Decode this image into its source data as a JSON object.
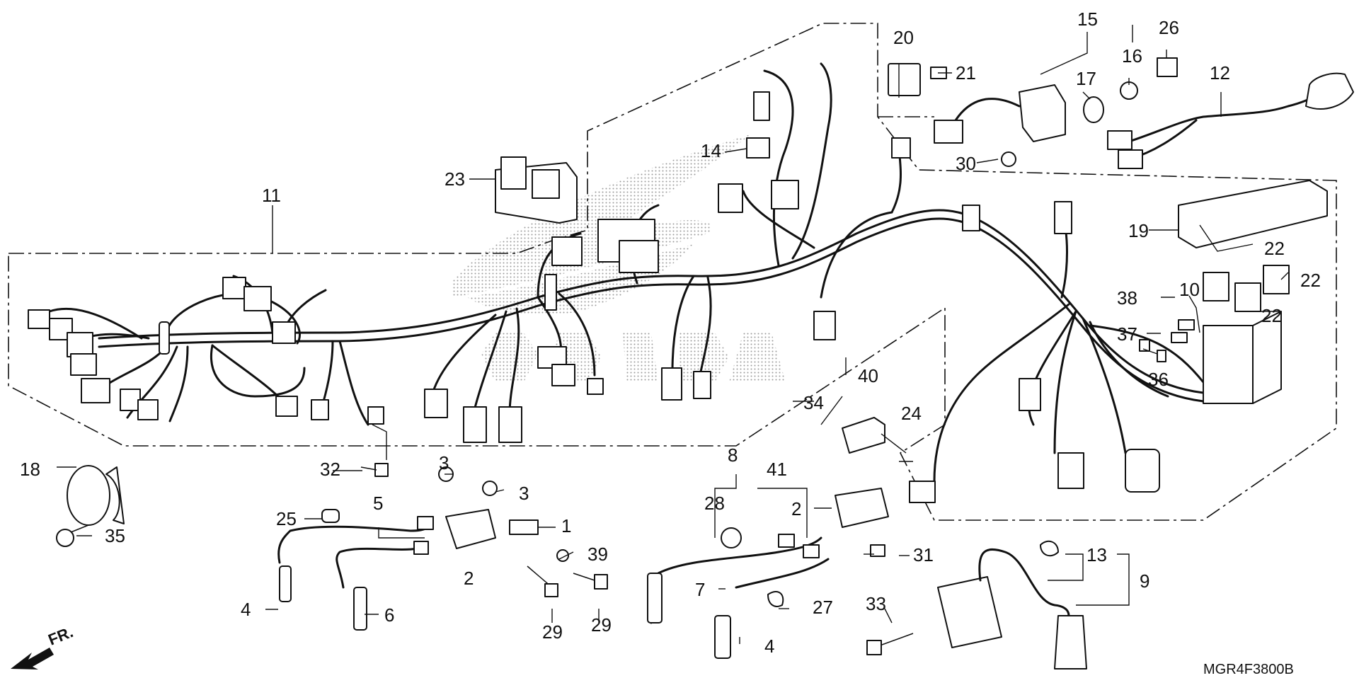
{
  "diagram_code": "MGR4F3800B",
  "direction_label": "FR.",
  "callouts": {
    "c1": "1",
    "c2a": "2",
    "c2b": "2",
    "c3a": "3",
    "c3b": "3",
    "c4a": "4",
    "c4b": "4",
    "c5": "5",
    "c6": "6",
    "c7": "7",
    "c8": "8",
    "c9": "9",
    "c10": "10",
    "c11": "11",
    "c12": "12",
    "c13": "13",
    "c14": "14",
    "c15": "15",
    "c16": "16",
    "c17": "17",
    "c18": "18",
    "c19": "19",
    "c20": "20",
    "c21": "21",
    "c22a": "22",
    "c22b": "22",
    "c22c": "22",
    "c23": "23",
    "c24": "24",
    "c25": "25",
    "c26": "26",
    "c27": "27",
    "c28": "28",
    "c29a": "29",
    "c29b": "29",
    "c30": "30",
    "c31": "31",
    "c32": "32",
    "c33": "33",
    "c34": "34",
    "c35": "35",
    "c36": "36",
    "c37": "37",
    "c38": "38",
    "c39": "39",
    "c40": "40",
    "c41": "41"
  }
}
